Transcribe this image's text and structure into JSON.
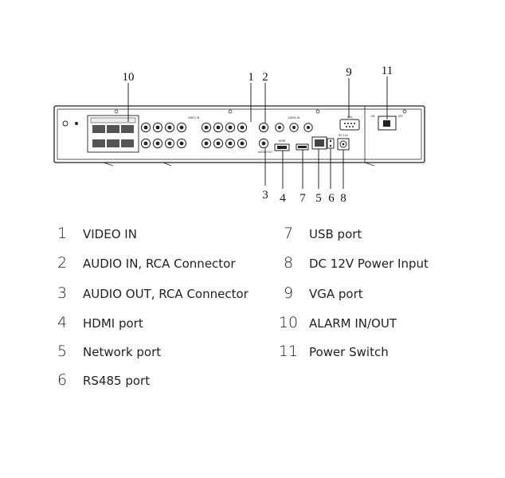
{
  "callouts": [
    "10",
    "1",
    "2",
    "9",
    "11",
    "3",
    "4",
    "7",
    "5",
    "6",
    "8"
  ],
  "panel_labels": {
    "video_in": "VIDEO IN",
    "audio_in": "AUDIO IN",
    "audio_out": "AUDIO OUT",
    "hdmi": "HDMI",
    "vga": "VGA",
    "on": "ON",
    "off": "OFF",
    "dc": "DC 12V"
  },
  "legend": [
    {
      "num": "1",
      "label": "VIDEO IN"
    },
    {
      "num": "2",
      "label": "AUDIO IN, RCA Connector"
    },
    {
      "num": "3",
      "label": "AUDIO OUT, RCA Connector"
    },
    {
      "num": "4",
      "label": "HDMI port"
    },
    {
      "num": "5",
      "label": "Network port"
    },
    {
      "num": "6",
      "label": "RS485 port"
    },
    {
      "num": "7",
      "label": "USB port"
    },
    {
      "num": "8",
      "label": "DC 12V Power Input"
    },
    {
      "num": "9",
      "label": "VGA port"
    },
    {
      "num": "10",
      "label": "ALARM IN/OUT"
    },
    {
      "num": "11",
      "label": "Power Switch"
    }
  ]
}
